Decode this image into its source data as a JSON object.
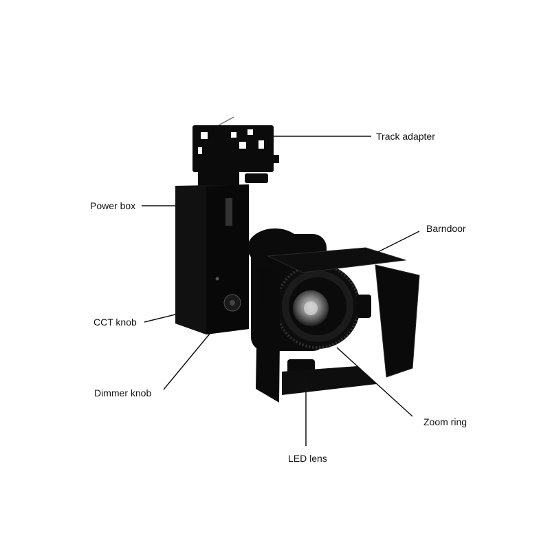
{
  "colors": {
    "background": "#ffffff",
    "fixture": "#0b0b0b",
    "fixture_highlight": "#2a2a2a",
    "lens": "#8a8a8a",
    "leader_line": "#111111"
  },
  "labels": {
    "track_adapter": "Track adapter",
    "power_box": "Power box",
    "barndoor": "Barndoor",
    "cct_knob": "CCT knob",
    "dimmer_knob": "Dimmer knob",
    "zoom_ring": "Zoom ring",
    "led_lens": "LED lens"
  }
}
